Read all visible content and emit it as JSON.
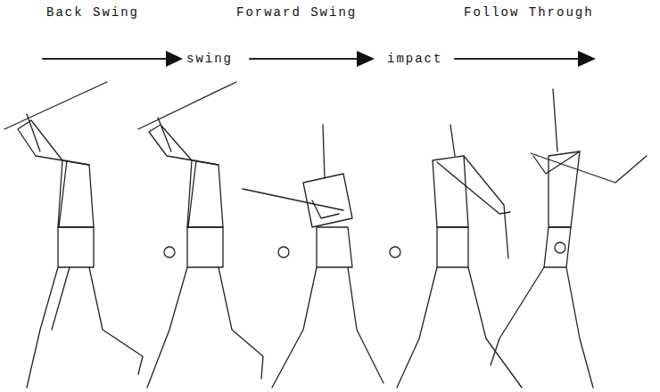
{
  "diagram": {
    "labels": [
      "Back Swing",
      "swing",
      "Forward Swing",
      "impact",
      "Follow Through"
    ]
  }
}
